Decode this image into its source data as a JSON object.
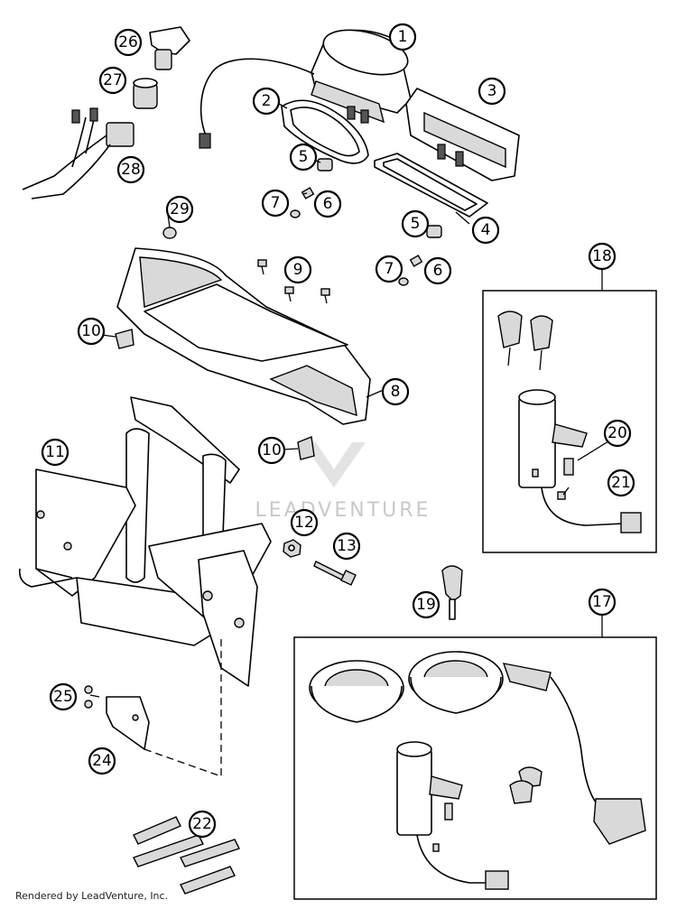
{
  "diagram": {
    "callouts": [
      "1",
      "2",
      "3",
      "4",
      "5",
      "5",
      "6",
      "6",
      "7",
      "7",
      "8",
      "9",
      "10",
      "10",
      "11",
      "12",
      "13",
      "17",
      "18",
      "19",
      "20",
      "21",
      "22",
      "24",
      "25",
      "26",
      "27",
      "28",
      "29"
    ],
    "watermark": "LEADVENTURE",
    "footer": "Rendered by LeadVenture, Inc."
  }
}
